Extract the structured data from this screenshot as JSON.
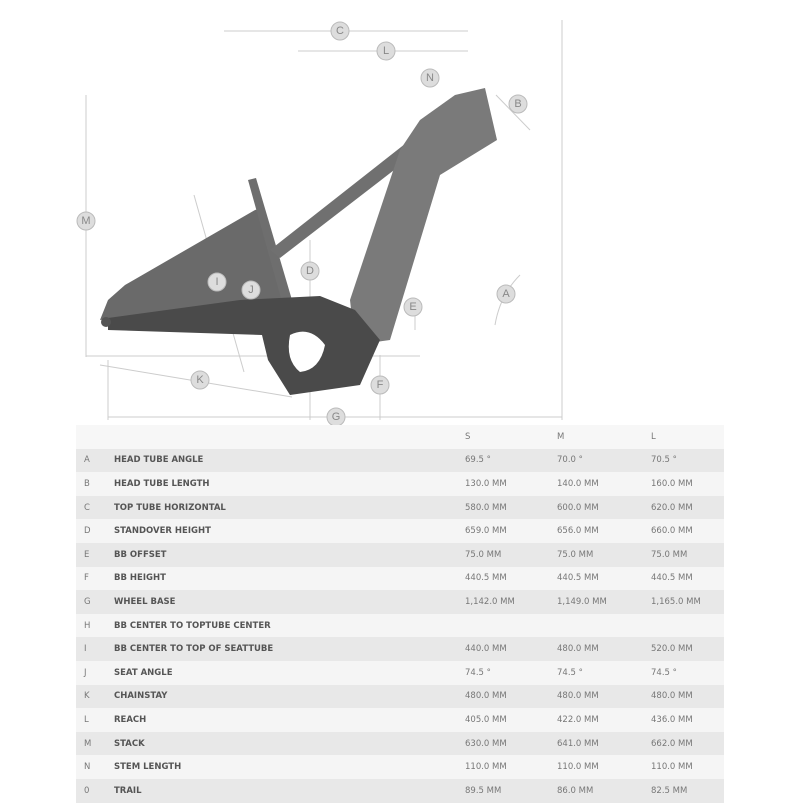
{
  "diagram": {
    "markers": [
      "A",
      "B",
      "C",
      "D",
      "E",
      "F",
      "G",
      "I",
      "J",
      "K",
      "L",
      "M",
      "N"
    ]
  },
  "table": {
    "headers": [
      "",
      "",
      "S",
      "M",
      "L"
    ],
    "rows": [
      {
        "key": "A",
        "name": "HEAD TUBE ANGLE",
        "s": "69.5 °",
        "m": "70.0 °",
        "l": "70.5 °"
      },
      {
        "key": "B",
        "name": "HEAD TUBE LENGTH",
        "s": "130.0 MM",
        "m": "140.0 MM",
        "l": "160.0 MM"
      },
      {
        "key": "C",
        "name": "TOP TUBE HORIZONTAL",
        "s": "580.0 MM",
        "m": "600.0 MM",
        "l": "620.0 MM"
      },
      {
        "key": "D",
        "name": "STANDOVER HEIGHT",
        "s": "659.0 MM",
        "m": "656.0 MM",
        "l": "660.0 MM"
      },
      {
        "key": "E",
        "name": "BB OFFSET",
        "s": "75.0 MM",
        "m": "75.0 MM",
        "l": "75.0 MM"
      },
      {
        "key": "F",
        "name": "BB HEIGHT",
        "s": "440.5 MM",
        "m": "440.5 MM",
        "l": "440.5 MM"
      },
      {
        "key": "G",
        "name": "WHEEL BASE",
        "s": "1,142.0 MM",
        "m": "1,149.0 MM",
        "l": "1,165.0 MM"
      },
      {
        "key": "H",
        "name": "BB CENTER TO TOPTUBE CENTER",
        "s": "",
        "m": "",
        "l": ""
      },
      {
        "key": "I",
        "name": "BB CENTER TO TOP OF SEATTUBE",
        "s": "440.0 MM",
        "m": "480.0 MM",
        "l": "520.0 MM"
      },
      {
        "key": "J",
        "name": "SEAT ANGLE",
        "s": "74.5 °",
        "m": "74.5 °",
        "l": "74.5 °"
      },
      {
        "key": "K",
        "name": "CHAINSTAY",
        "s": "480.0 MM",
        "m": "480.0 MM",
        "l": "480.0 MM"
      },
      {
        "key": "L",
        "name": "REACH",
        "s": "405.0 MM",
        "m": "422.0 MM",
        "l": "436.0 MM"
      },
      {
        "key": "M",
        "name": "STACK",
        "s": "630.0 MM",
        "m": "641.0 MM",
        "l": "662.0 MM"
      },
      {
        "key": "N",
        "name": "STEM LENGTH",
        "s": "110.0 MM",
        "m": "110.0 MM",
        "l": "110.0 MM"
      },
      {
        "key": "0",
        "name": "TRAIL",
        "s": "89.5 MM",
        "m": "86.0 MM",
        "l": "82.5 MM"
      }
    ]
  }
}
